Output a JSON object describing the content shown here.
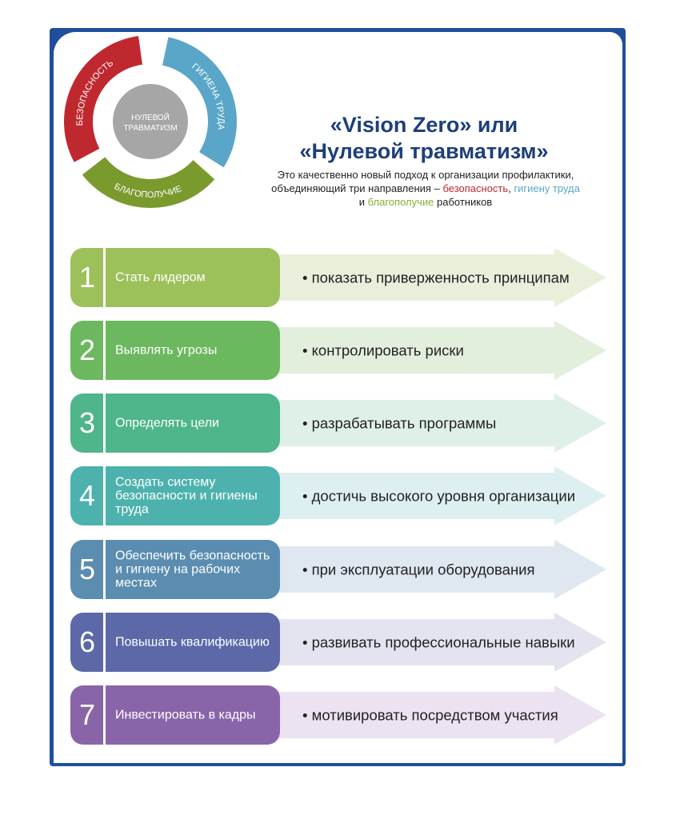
{
  "diagram": {
    "center_label": [
      "НУЛЕВОЙ",
      "ТРАВМАТИЗМ"
    ],
    "segments": [
      {
        "label": "БЕЗОПАСНОСТЬ",
        "color": "#c0282f"
      },
      {
        "label": "ГИГИЕНА ТРУДА",
        "color": "#5aa6c8"
      },
      {
        "label": "БЛАГОПОЛУЧИЕ",
        "color": "#7a9a2e"
      }
    ],
    "center_color": "#a6a6a6"
  },
  "header": {
    "title_line1": "«Vision Zero» или",
    "title_line2": "«Нулевой травматизм»",
    "desc_1": "Это качественно новый подход к организации профилактики,",
    "desc_2": "объединяющий три направления –",
    "desc_red": "безопасность",
    "desc_comma": ",",
    "desc_blue": "гигиену труда",
    "desc_and": "и",
    "desc_green": "благополучие",
    "desc_end": "работников"
  },
  "steps": [
    {
      "num": "1",
      "title": "Стать лидером",
      "action": "• показать приверженность принципам",
      "color": "#9dc15a",
      "tint": "#e8f0dc"
    },
    {
      "num": "2",
      "title": "Выявлять угрозы",
      "action": "• контролировать риски",
      "color": "#6cb85f",
      "tint": "#e2efdd"
    },
    {
      "num": "3",
      "title": "Определять цели",
      "action": "• разрабатывать программы",
      "color": "#4fb58a",
      "tint": "#dff0e8"
    },
    {
      "num": "4",
      "title": "Создать систему безопасности и гигиены труда",
      "action": "• достичь высокого уровня организации",
      "color": "#4db2ad",
      "tint": "#ddeff0"
    },
    {
      "num": "5",
      "title": "Обеспечить безопасность и гигиену на рабочих местах",
      "action": "• при эксплуатации оборудования",
      "color": "#5b8db0",
      "tint": "#dfe8f0"
    },
    {
      "num": "6",
      "title": "Повышать квалификацию",
      "action": "• развивать профессиональные навыки",
      "color": "#5d68a9",
      "tint": "#e3e4f0"
    },
    {
      "num": "7",
      "title": "Инвестировать в кадры",
      "action": "• мотивировать посредством участия",
      "color": "#8a64a9",
      "tint": "#ebe3f1"
    }
  ]
}
